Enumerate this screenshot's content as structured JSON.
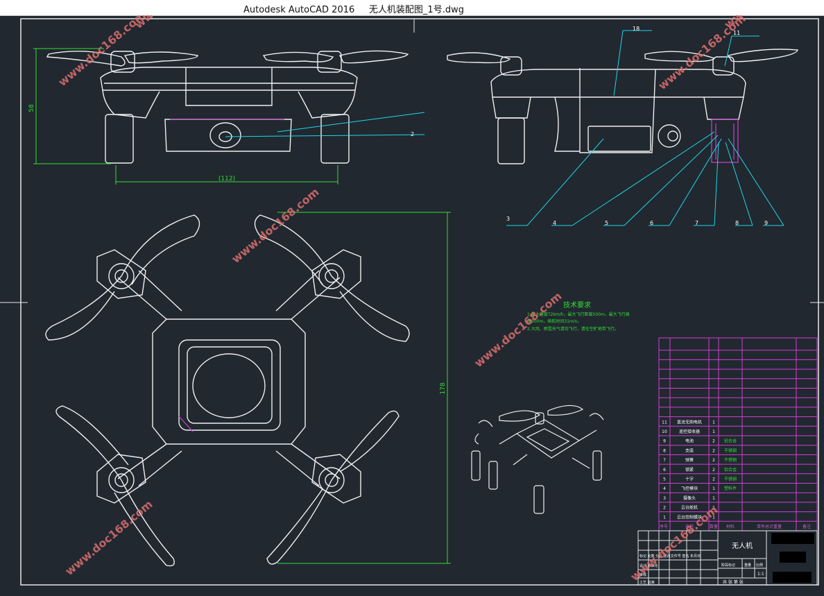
{
  "window": {
    "title": "Autodesk AutoCAD 2016     无人机装配图_1号.dwg"
  },
  "drawing": {
    "dimensions": {
      "height_front": "58",
      "width_front": "(112)",
      "total_height_top": "178"
    },
    "leaders": [
      "18",
      "11",
      "2",
      "3",
      "4",
      "5",
      "6",
      "7",
      "8",
      "9"
    ],
    "tech_requirements": {
      "title": "技术要求",
      "lines": [
        "1.最大速度72km/h，最大飞行距离500m，最大飞行高",
        "度300m，续航时间31min。",
        "2.大风、雨雪天气请勿飞行，请在空旷地带飞行。"
      ]
    },
    "parts": [
      {
        "no": "11",
        "name": "直流无刷电机",
        "qty": "1",
        "material": ""
      },
      {
        "no": "10",
        "name": "遥控接收器",
        "qty": "1",
        "material": ""
      },
      {
        "no": "9",
        "name": "电池",
        "qty": "2",
        "material": "铝合金"
      },
      {
        "no": "8",
        "name": "支座",
        "qty": "2",
        "material": "不锈钢"
      },
      {
        "no": "7",
        "name": "弹簧",
        "qty": "2",
        "material": "不锈钢"
      },
      {
        "no": "6",
        "name": "锁紧",
        "qty": "2",
        "material": "铝合金"
      },
      {
        "no": "5",
        "name": "十字",
        "qty": "2",
        "material": "不锈钢"
      },
      {
        "no": "4",
        "name": "飞控模块",
        "qty": "1",
        "material": "塑料件"
      },
      {
        "no": "3",
        "name": "摄像头",
        "qty": "1",
        "material": ""
      },
      {
        "no": "2",
        "name": "云台舵机",
        "qty": "1",
        "material": ""
      },
      {
        "no": "1",
        "name": "云台控制模块",
        "qty": "1",
        "material": ""
      }
    ],
    "parts_header": {
      "no": "序号",
      "name": "名称",
      "qty": "数量",
      "material": "材料",
      "weight": "单件总计重量",
      "note": "备注"
    },
    "title_block": {
      "drawing_name": "无人机",
      "row1": "标记 处数 分区 更改文件号 签名 年月日",
      "row2": "设计 标准化",
      "row3": "审核",
      "row4": "工艺 批准",
      "stage_label": "阶段标记",
      "weight_label": "重量",
      "scale_label": "比例",
      "scale": "1:1",
      "sheets": "共 张 第 张"
    },
    "watermark": "www.doc168.com"
  }
}
